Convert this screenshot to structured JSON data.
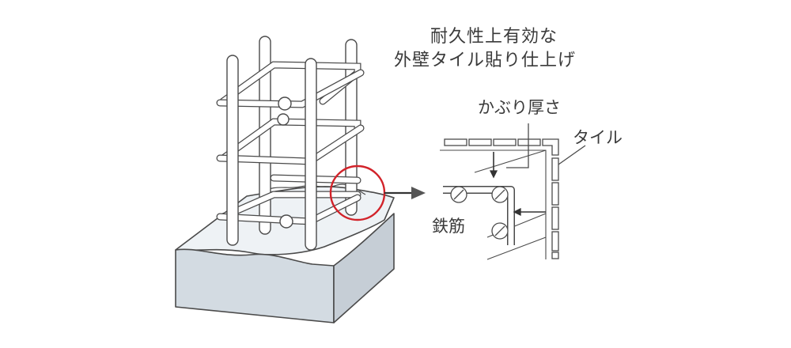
{
  "title": {
    "line1": "耐久性上有効な",
    "line2": "外壁タイル貼り仕上げ"
  },
  "labels": {
    "cover": "かぶり厚さ",
    "tile": "タイル",
    "rebar": "鉄筋"
  },
  "colors": {
    "concrete_front": "#d3dbe2",
    "concrete_side": "#c6ced6",
    "concrete_top": "#eef2f5",
    "highlight_circle": "#d2232a",
    "line": "#4a4a4a"
  }
}
